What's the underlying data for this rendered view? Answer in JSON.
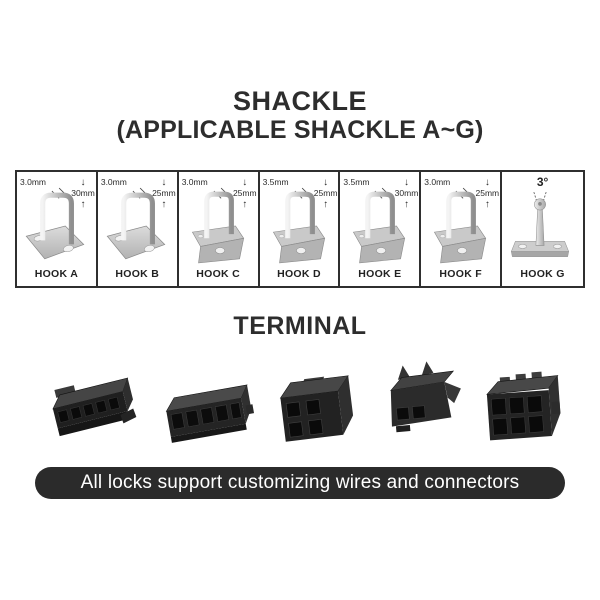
{
  "colors": {
    "heading": "#2d2d2d",
    "table_border": "#2f2f2f",
    "banner_bg": "#2b2b2b",
    "banner_fg": "#ffffff"
  },
  "shackle_section": {
    "title_line1": "SHACKLE",
    "title_line2": "(APPLICABLE SHACKLE A~G)",
    "hooks": [
      {
        "label": "HOOK A",
        "diameter": "3.0mm",
        "height": "30mm"
      },
      {
        "label": "HOOK B",
        "diameter": "3.0mm",
        "height": "25mm"
      },
      {
        "label": "HOOK C",
        "diameter": "3.0mm",
        "height": "25mm"
      },
      {
        "label": "HOOK D",
        "diameter": "3.5mm",
        "height": "25mm"
      },
      {
        "label": "HOOK E",
        "diameter": "3.5mm",
        "height": "30mm"
      },
      {
        "label": "HOOK F",
        "diameter": "3.0mm",
        "height": "25mm"
      },
      {
        "label": "HOOK G",
        "angle": "3°"
      }
    ]
  },
  "terminal_section": {
    "title": "TERMINAL"
  },
  "banner": {
    "text": "All locks support customizing wires and connectors"
  },
  "ui": {
    "arrow_down": "↓",
    "arrow_up": "↑"
  }
}
